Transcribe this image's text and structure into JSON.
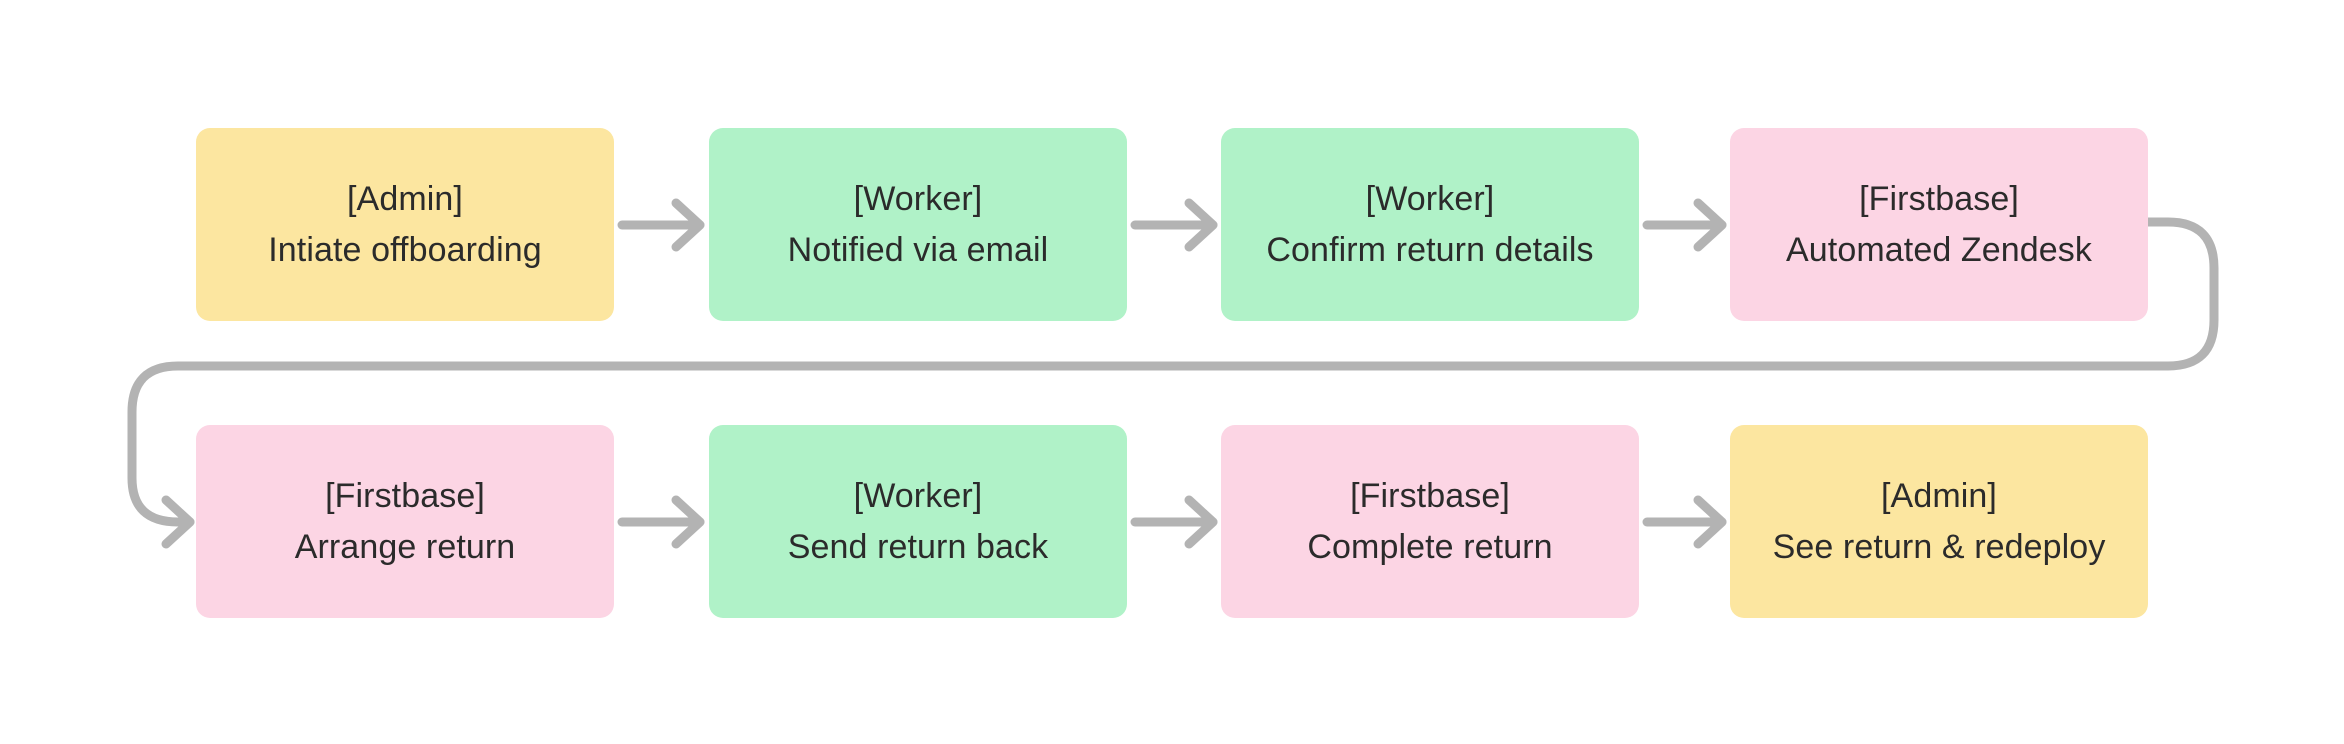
{
  "diagram": {
    "type": "flowchart",
    "orientation": "horizontal-snake",
    "background_color": "#ffffff",
    "connector_color": "#b3b3b3",
    "text_color": "#2b2b2b",
    "legend_colors": {
      "admin": "#fce6a0",
      "worker": "#b0f2c8",
      "firstbase": "#fcd5e4"
    },
    "nodes": [
      {
        "id": "initiate-offboarding",
        "actor": "[Admin]",
        "action": "Intiate offboarding",
        "color": "#fce6a0",
        "row": 1,
        "col": 1
      },
      {
        "id": "notified-via-email",
        "actor": "[Worker]",
        "action": "Notified via email",
        "color": "#b0f2c8",
        "row": 1,
        "col": 2
      },
      {
        "id": "confirm-return-details",
        "actor": "[Worker]",
        "action": "Confirm return details",
        "color": "#b0f2c8",
        "row": 1,
        "col": 3
      },
      {
        "id": "automated-zendesk",
        "actor": "[Firstbase]",
        "action": "Automated Zendesk",
        "color": "#fcd5e4",
        "row": 1,
        "col": 4
      },
      {
        "id": "arrange-return",
        "actor": "[Firstbase]",
        "action": "Arrange return",
        "color": "#fcd5e4",
        "row": 2,
        "col": 1
      },
      {
        "id": "send-return-back",
        "actor": "[Worker]",
        "action": "Send return back",
        "color": "#b0f2c8",
        "row": 2,
        "col": 2
      },
      {
        "id": "complete-return",
        "actor": "[Firstbase]",
        "action": "Complete return",
        "color": "#fcd5e4",
        "row": 2,
        "col": 3
      },
      {
        "id": "see-return-redeploy",
        "actor": "[Admin]",
        "action": "See return & redeploy",
        "color": "#fce6a0",
        "row": 2,
        "col": 4
      }
    ],
    "edges": [
      {
        "from": "initiate-offboarding",
        "to": "notified-via-email",
        "style": "straight-arrow"
      },
      {
        "from": "notified-via-email",
        "to": "confirm-return-details",
        "style": "straight-arrow"
      },
      {
        "from": "confirm-return-details",
        "to": "automated-zendesk",
        "style": "straight-arrow"
      },
      {
        "from": "automated-zendesk",
        "to": "arrange-return",
        "style": "wrap-around-arrow"
      },
      {
        "from": "arrange-return",
        "to": "send-return-back",
        "style": "straight-arrow"
      },
      {
        "from": "send-return-back",
        "to": "complete-return",
        "style": "straight-arrow"
      },
      {
        "from": "complete-return",
        "to": "see-return-redeploy",
        "style": "straight-arrow"
      }
    ]
  }
}
